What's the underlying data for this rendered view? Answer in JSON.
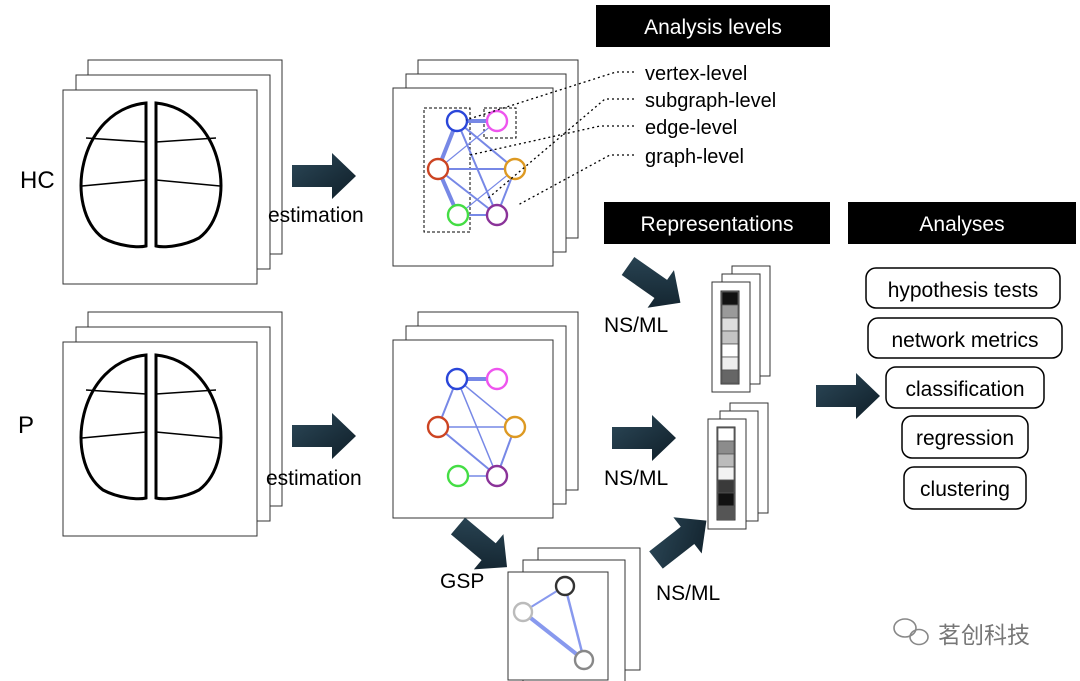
{
  "groups": {
    "hc": "HC",
    "p": "P"
  },
  "headers": {
    "levels": "Analysis levels",
    "representations": "Representations",
    "analyses": "Analyses"
  },
  "levels": [
    "vertex-level",
    "subgraph-level",
    "edge-level",
    "graph-level"
  ],
  "steps": {
    "estimation": "estimation",
    "gsp": "GSP",
    "nsml": "NS/ML"
  },
  "analyses": [
    "hypothesis tests",
    "network metrics",
    "classification",
    "regression",
    "clustering"
  ],
  "node_colors": {
    "blue": "#2a46d9",
    "magenta": "#ee55ee",
    "red": "#cc4422",
    "orange": "#dd9922",
    "green": "#44dd44",
    "purple": "#8a3399",
    "edge": "#7788e6"
  },
  "vector_shades": {
    "top": [
      "#111111",
      "#9a9a9a",
      "#dddddd",
      "#c4c4c4",
      "#ffffff",
      "#eeeeee",
      "#666666"
    ],
    "bottom": [
      "#ffffff",
      "#8c8c8c",
      "#bbbbbb",
      "#f2f2f2",
      "#3a3a3a",
      "#111111",
      "#555555"
    ]
  },
  "watermark": "茗创科技"
}
